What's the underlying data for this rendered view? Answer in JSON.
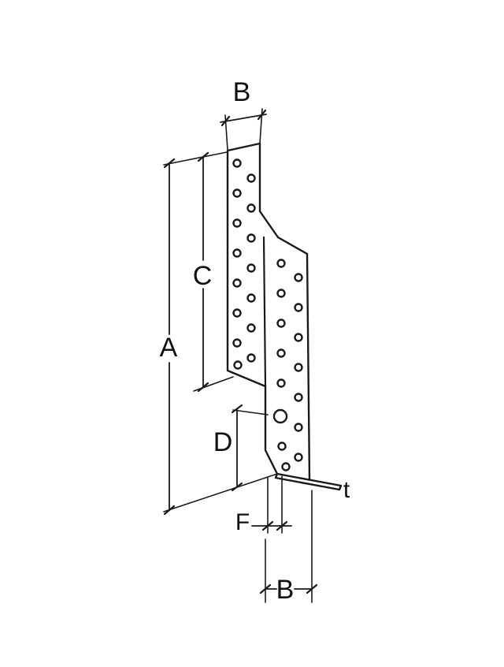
{
  "figure": {
    "type": "technical-drawing",
    "subject": "perforated angled connector plate with dimension callouts",
    "labels": {
      "top_width": "B",
      "overall_height": "A",
      "upper_section_height": "C",
      "lower_hole_offset": "D",
      "foot_offset": "F",
      "thickness": "t",
      "bottom_width": "B"
    },
    "colors": {
      "line": "#1a1a1a",
      "background": "#ffffff"
    }
  }
}
